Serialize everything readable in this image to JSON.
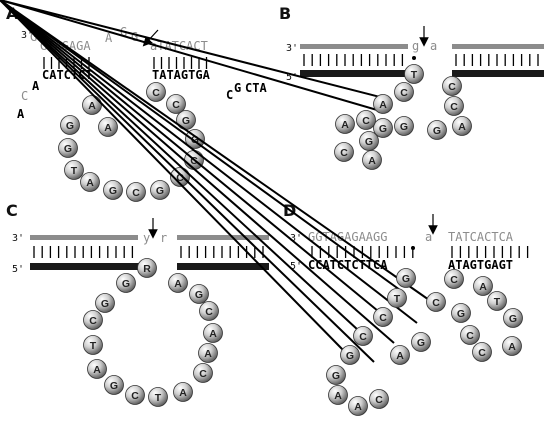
{
  "panels": {
    "A": {
      "label": "A",
      "three_prime": "3'",
      "top_g": "G",
      "top_seq": "GTAGAGA",
      "top_a": "A",
      "top_gg1": "G",
      "top_gg2": "G",
      "top_right": "aTATCACT",
      "bot_left": "CATCTCT",
      "bot_right": "TATAGTGA",
      "tail_c": "C",
      "tail_a1": "A",
      "tail_a2": "A",
      "right_c": "C",
      "right_g": "G",
      "right_cta": "CTA",
      "loop": [
        "A",
        "G",
        "A",
        "G",
        "T",
        "A",
        "G",
        "C",
        "G",
        "C",
        "C",
        "G",
        "G",
        "C",
        "C"
      ]
    },
    "B": {
      "label": "B",
      "three_prime": "3'",
      "five_prime": "5'",
      "top_g": "g",
      "top_a": "a",
      "beads": [
        "T",
        "C",
        "A",
        "G",
        "G",
        "C",
        "A",
        "G",
        "C",
        "A",
        "G",
        "C",
        "C",
        "A"
      ]
    },
    "C": {
      "label": "C",
      "three_prime": "3'",
      "five_prime": "5'",
      "top_y": "y",
      "top_r": "r",
      "loop": [
        "R",
        "G",
        "G",
        "C",
        "T",
        "A",
        "G",
        "C",
        "T",
        "A",
        "C",
        "A",
        "A",
        "C",
        "G",
        "A"
      ]
    },
    "D": {
      "label": "D",
      "three_prime": "3'",
      "five_prime": "5'",
      "top_left": "GGTAGAGAAGG",
      "top_a": "a",
      "top_right": "TATCACTCA",
      "bot_left": "CCATCTCTTCA",
      "bot_right": "ATAGTGAGT",
      "beads": [
        "G",
        "T",
        "C",
        "C",
        "G",
        "G",
        "A",
        "A",
        "C",
        "A",
        "G",
        "C",
        "C",
        "A",
        "T",
        "G",
        "C",
        "C",
        "A",
        "G"
      ]
    }
  }
}
